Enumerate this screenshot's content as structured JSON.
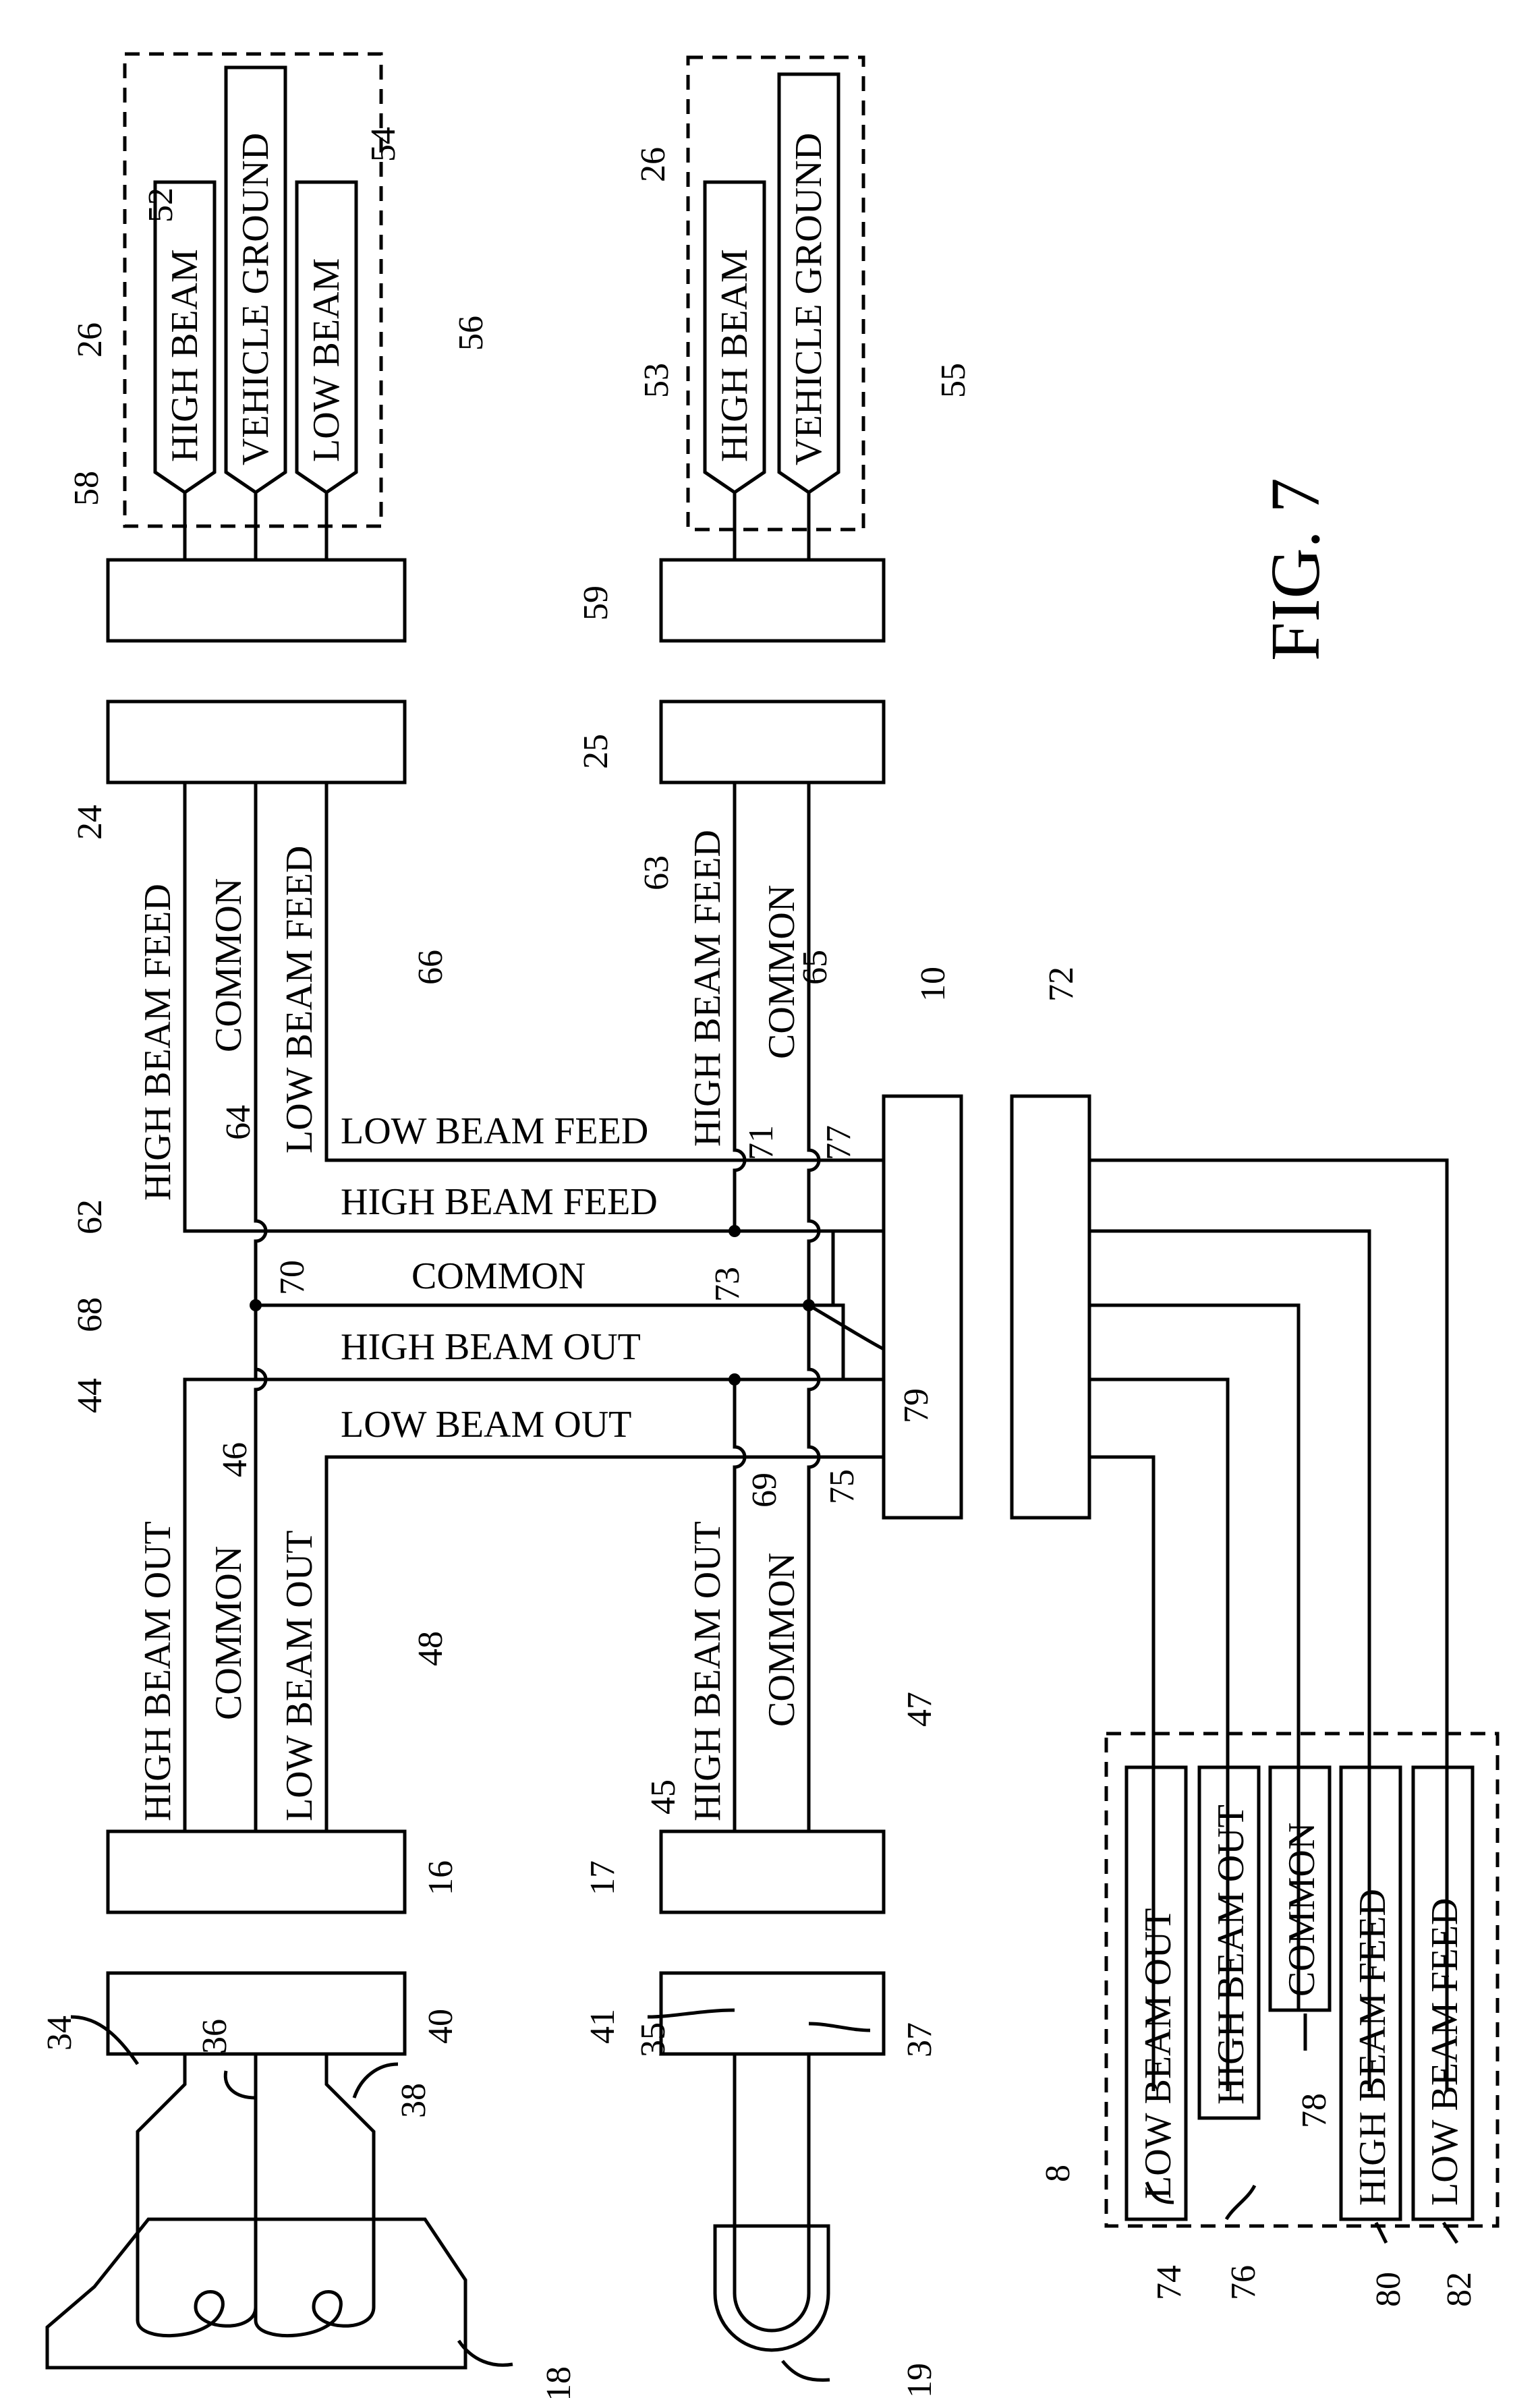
{
  "figure_title": "FIG. 7",
  "terminals_26_left": [
    "HIGH BEAM",
    "VEHICLE GROUND",
    "LOW BEAM"
  ],
  "terminals_26_right": [
    "HIGH BEAM",
    "VEHICLE GROUND"
  ],
  "terminals_8": [
    "LOW BEAM OUT",
    "HIGH BEAM OUT",
    "COMMON",
    "HIGH BEAM FEED",
    "LOW BEAM FEED"
  ],
  "wires": {
    "high_beam_feed": "HIGH BEAM FEED",
    "low_beam_feed": "LOW BEAM FEED",
    "common": "COMMON",
    "high_beam_out": "HIGH BEAM OUT",
    "low_beam_out": "LOW BEAM OUT"
  },
  "refs": {
    "r8": "8",
    "r10": "10",
    "r16": "16",
    "r17": "17",
    "r18": "18",
    "r19": "19",
    "r24": "24",
    "r25": "25",
    "r26": "26",
    "r34": "34",
    "r35": "35",
    "r36": "36",
    "r37": "37",
    "r38": "38",
    "r40": "40",
    "r41": "41",
    "r44": "44",
    "r45": "45",
    "r46": "46",
    "r47": "47",
    "r48": "48",
    "r52": "52",
    "r53": "53",
    "r54": "54",
    "r55": "55",
    "r56": "56",
    "r58": "58",
    "r59": "59",
    "r62": "62",
    "r63": "63",
    "r64": "64",
    "r65": "65",
    "r66": "66",
    "r68": "68",
    "r69": "69",
    "r70": "70",
    "r71": "71",
    "r72": "72",
    "r73": "73",
    "r74": "74",
    "r75": "75",
    "r76": "76",
    "r77": "77",
    "r78": "78",
    "r79": "79",
    "r80": "80",
    "r82": "82"
  }
}
